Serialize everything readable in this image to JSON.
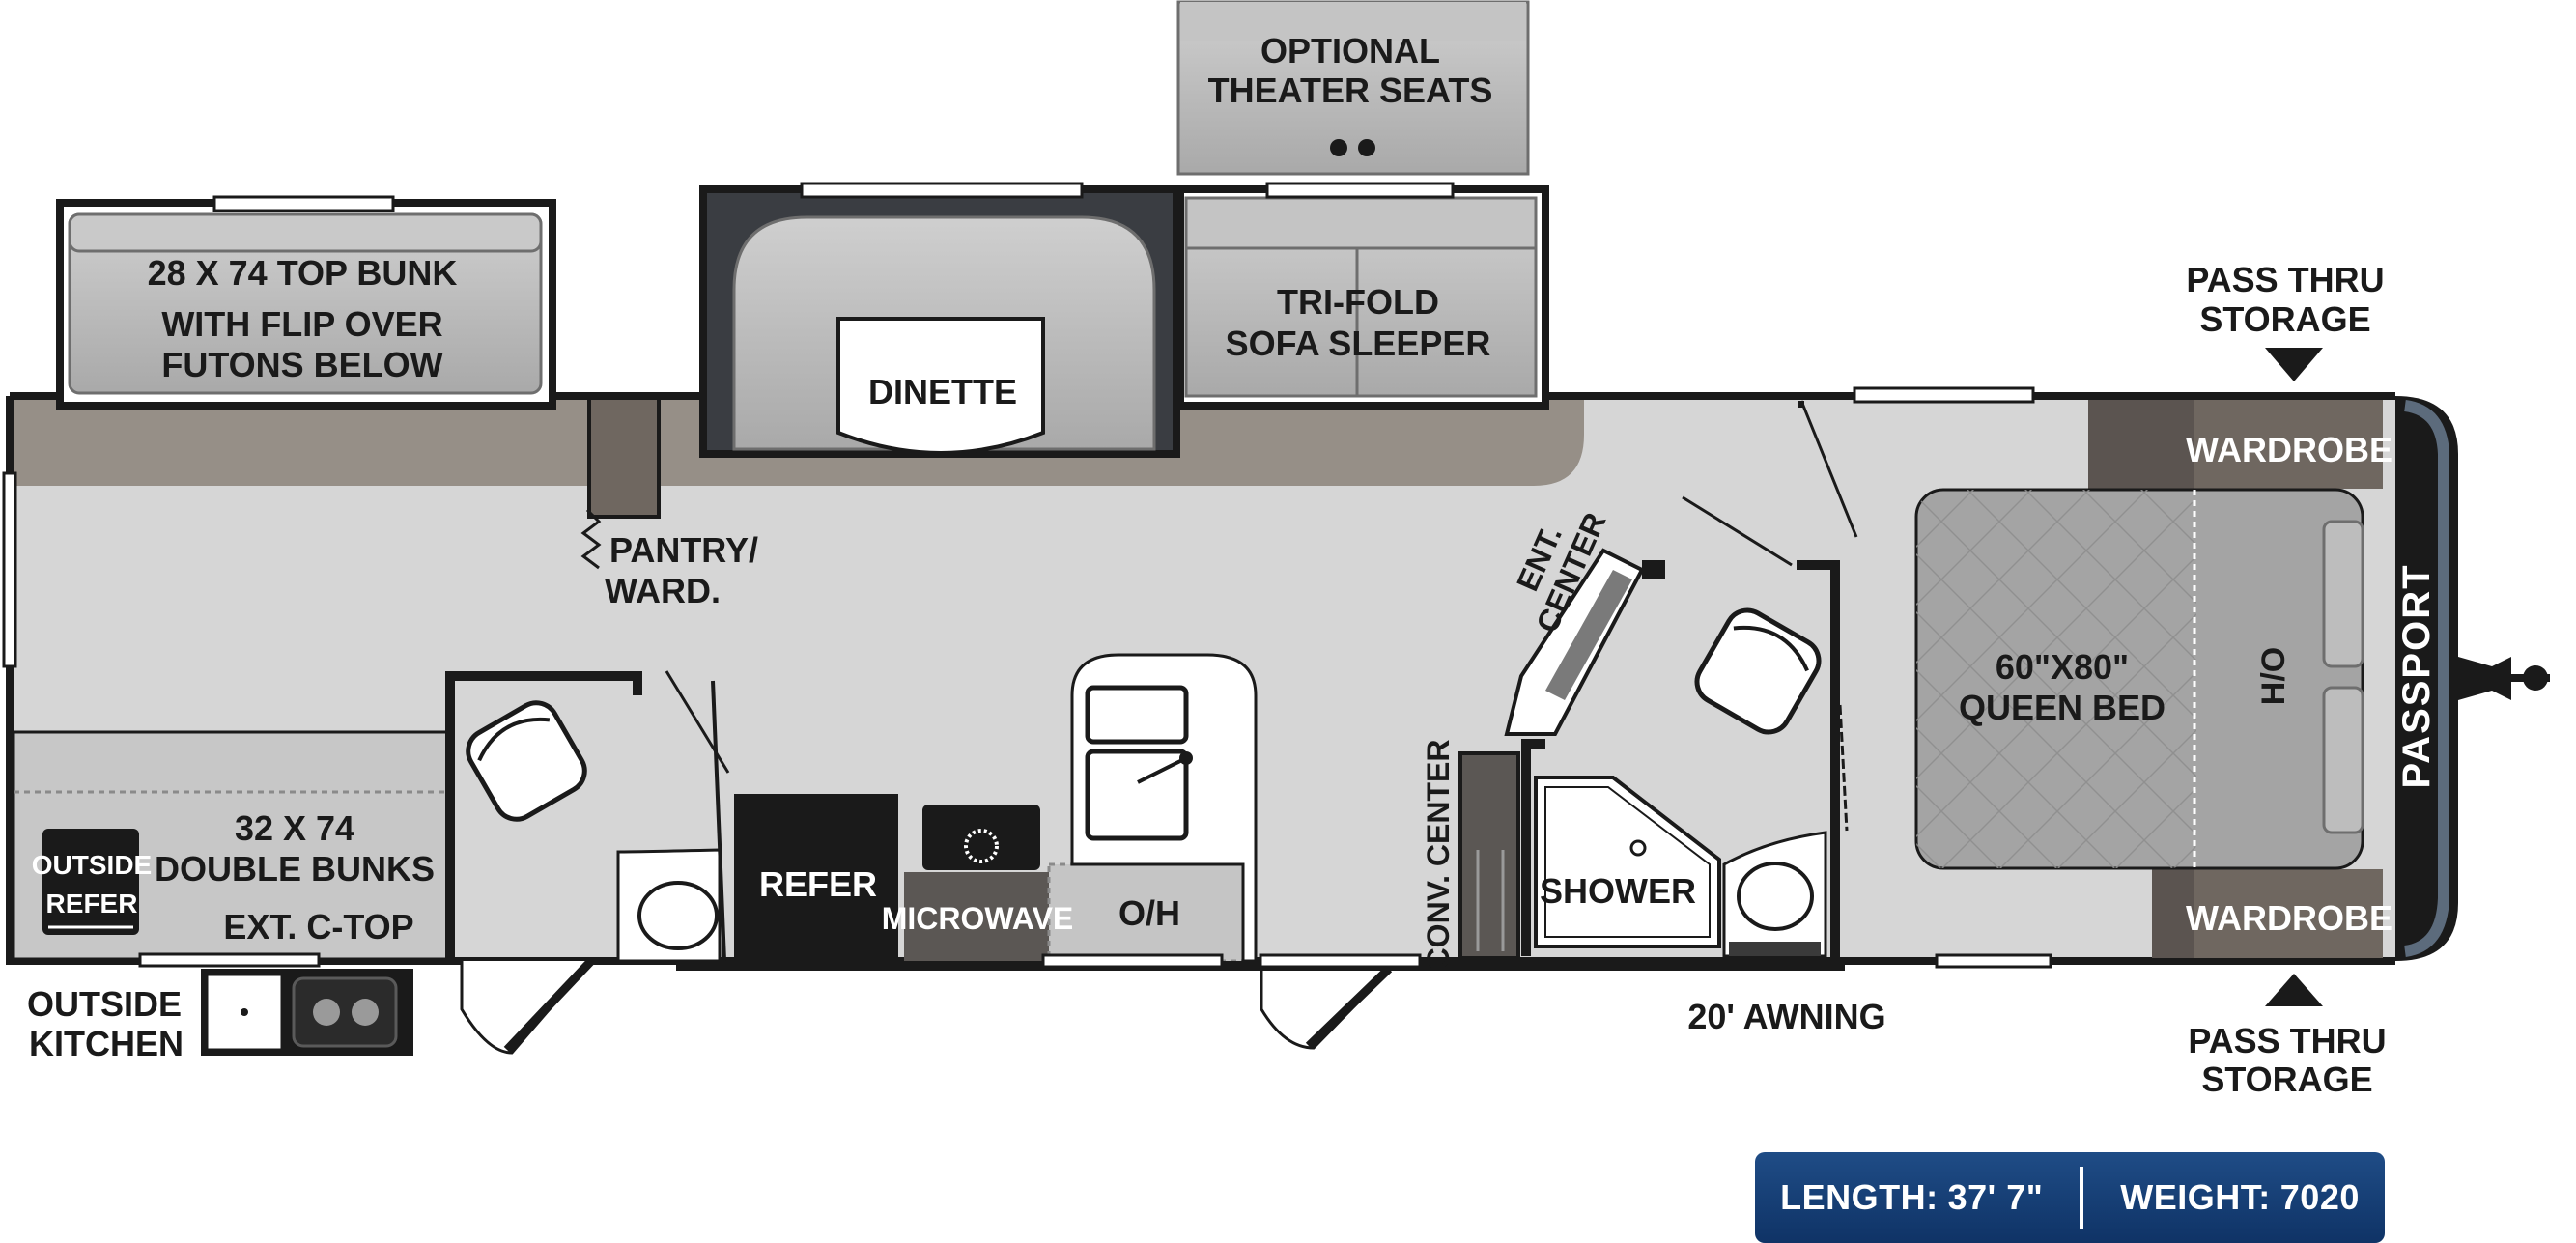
{
  "labels": {
    "optional_theater_seats": [
      "OPTIONAL",
      "THEATER SEATS"
    ],
    "top_bunk": [
      "28 X 74 TOP BUNK",
      "WITH FLIP OVER",
      "FUTONS BELOW"
    ],
    "dinette": "DINETTE",
    "sofa_sleeper": [
      "TRI-FOLD",
      "SOFA SLEEPER"
    ],
    "pass_thru_top": [
      "PASS THRU",
      "STORAGE"
    ],
    "pass_thru_bottom": [
      "PASS THRU",
      "STORAGE"
    ],
    "wardrobe_top": "WARDROBE",
    "wardrobe_bottom": "WARDROBE",
    "pantry": [
      "PANTRY/",
      "WARD."
    ],
    "ent_center": [
      "ENT.",
      "CENTER"
    ],
    "queen_bed": [
      "60\"X80\"",
      "QUEEN BED"
    ],
    "ho": "H/O",
    "brand": "PASSPORT",
    "double_bunks": [
      "32 X 74",
      "DOUBLE BUNKS"
    ],
    "ext_ctop": "EXT. C-TOP",
    "outside_refer": [
      "OUTSIDE",
      "REFER"
    ],
    "outside_kitchen": [
      "OUTSIDE",
      "KITCHEN"
    ],
    "refer": "REFER",
    "microwave": "MICROWAVE",
    "oh": "O/H",
    "conv_center": "CONV. CENTER",
    "shower": "SHOWER",
    "awning": "20' AWNING"
  },
  "specs": {
    "length_label": "LENGTH:",
    "length_value": "37' 7\"",
    "weight_label": "WEIGHT:",
    "weight_value": "7020"
  },
  "colors": {
    "floor": "#d4d4d4",
    "carpet": "#968f87",
    "wall": "#1a1a1a",
    "wardrobe": "#6f6760",
    "appliance": "#1a1a1a",
    "spec_bar": "#0f3366"
  }
}
